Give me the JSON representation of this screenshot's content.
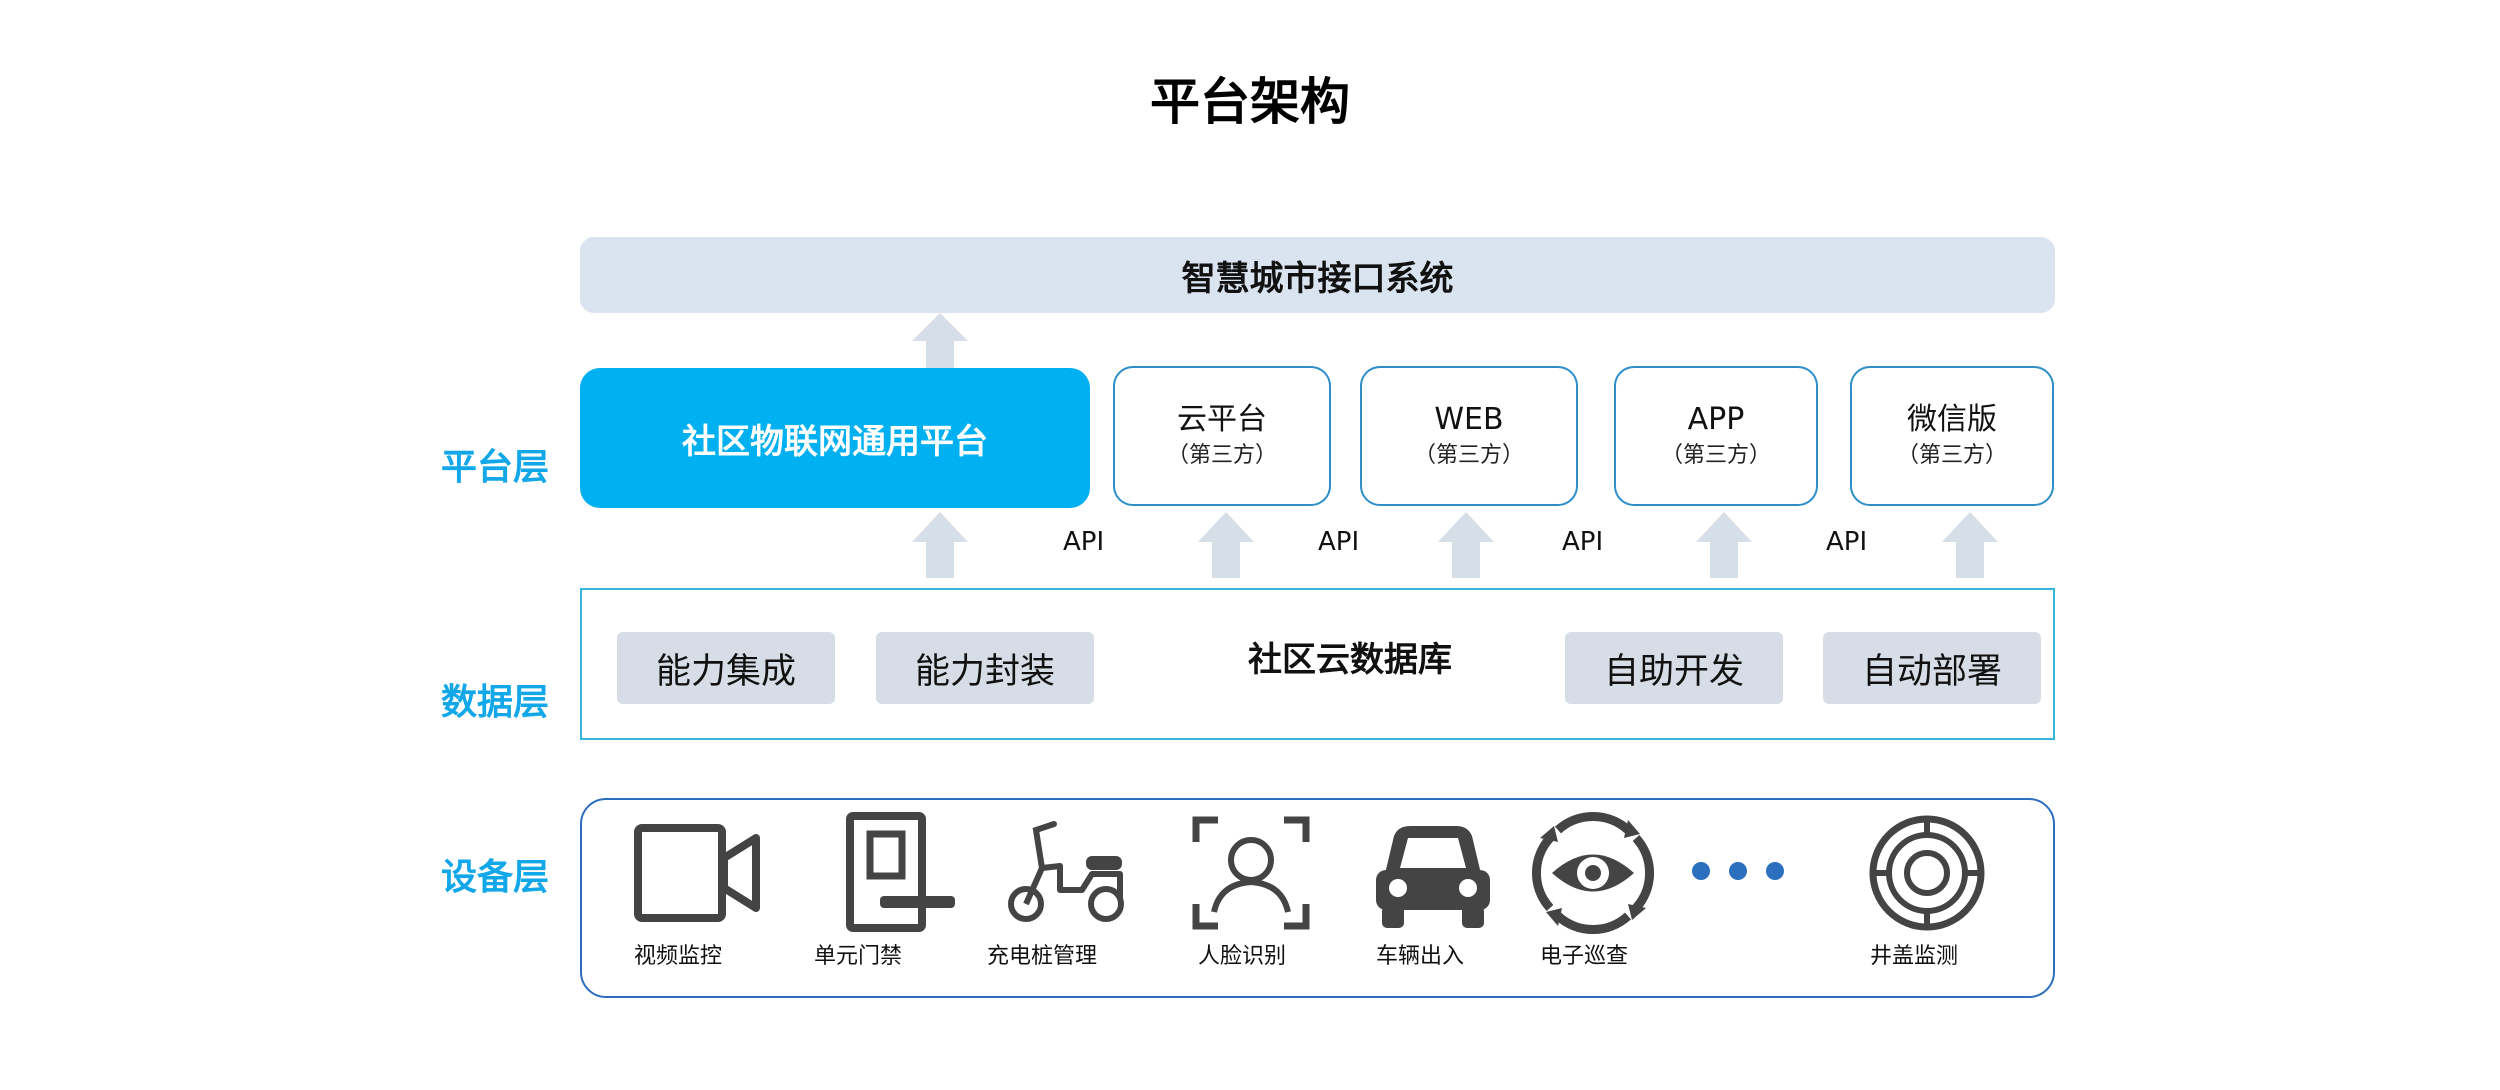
{
  "title": "平台架构",
  "colors": {
    "accent": "#00b0f0",
    "label": "#12a7e8",
    "arrow": "#d6dee8",
    "device_border": "#2c6fbe"
  },
  "layers": {
    "platform": "平台层",
    "data": "数据层",
    "device": "设备层"
  },
  "top_system": "智慧城市接口系统",
  "platform": {
    "main": "社区物联网通用平台",
    "third_party": [
      {
        "name": "云平台",
        "sub": "（第三方）"
      },
      {
        "name": "WEB",
        "sub": "（第三方）"
      },
      {
        "name": "APP",
        "sub": "（第三方）"
      },
      {
        "name": "微信版",
        "sub": "（第三方）"
      }
    ],
    "api_labels": [
      "API",
      "API",
      "API",
      "API"
    ]
  },
  "data_layer": {
    "center": "社区云数据库",
    "pills": [
      "能力集成",
      "能力封装",
      "自助开发",
      "自动部署"
    ]
  },
  "devices": [
    {
      "label": "视频监控",
      "icon": "video-camera-icon"
    },
    {
      "label": "单元门禁",
      "icon": "door-access-icon"
    },
    {
      "label": "充电桩管理",
      "icon": "scooter-icon"
    },
    {
      "label": "人脸识别",
      "icon": "face-recognition-icon"
    },
    {
      "label": "车辆出入",
      "icon": "car-icon"
    },
    {
      "label": "电子巡查",
      "icon": "patrol-eye-icon"
    },
    {
      "label": "井盖监测",
      "icon": "manhole-icon"
    }
  ]
}
